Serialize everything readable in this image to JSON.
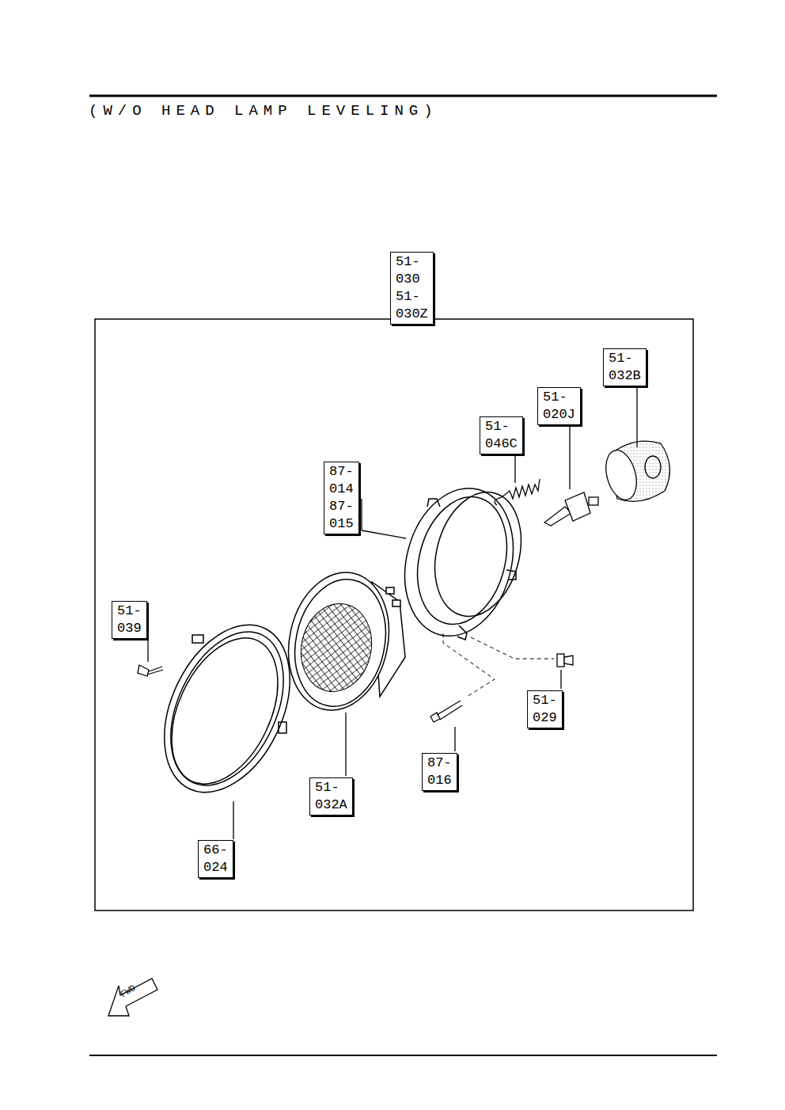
{
  "diagram": {
    "title": "(W/O HEAD LAMP LEVELING)",
    "nodes": [
      {
        "text": [
          "51-030 51-030Z"
        ]
      },
      {
        "text": [
          "51-032B"
        ]
      },
      {
        "text": [
          "51-020J"
        ]
      },
      {
        "text": [
          "51-046C"
        ]
      },
      {
        "text": [
          "87-014 87-015"
        ]
      },
      {
        "text": [
          "51-039"
        ]
      },
      {
        "text": [
          "51-029"
        ]
      },
      {
        "text": [
          "87-016"
        ]
      },
      {
        "text": [
          "51-032A"
        ]
      },
      {
        "text": [
          "66-024"
        ]
      }
    ],
    "labels": [
      "FWD"
    ]
  }
}
